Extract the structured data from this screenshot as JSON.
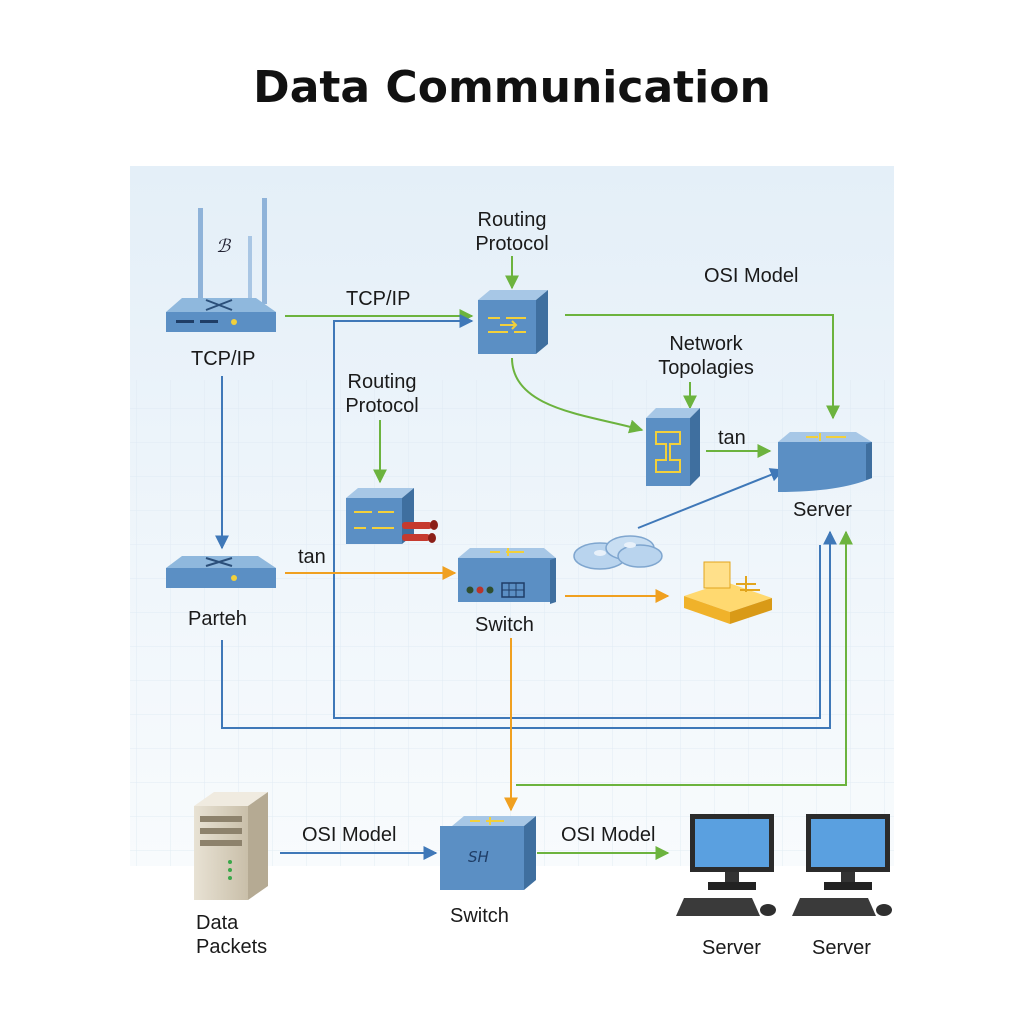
{
  "title": "Data Communication",
  "labels": {
    "router_top": "TCP/IP",
    "edge_tcpip": "TCP/IP",
    "routing_top_l1": "Routing",
    "routing_top_l2": "Protocol",
    "osi_model_top": "OSI Model",
    "routing_mid_l1": "Routing",
    "routing_mid_l2": "Protocol",
    "network_l1": "Network",
    "network_l2": "Topolagies",
    "tan_right": "tan",
    "server_right": "Server",
    "tan_left": "tan",
    "parteh": "Parteh",
    "switch_mid": "Switch",
    "osi_model_bottom_left": "OSI Model",
    "osi_model_bottom_right": "OSI Model",
    "data_l1": "Data",
    "data_l2": "Packets",
    "switch_bottom": "Switch",
    "switch_bottom_face": "SH",
    "server_pc1": "Server",
    "server_pc2": "Server",
    "router_glyph": "ℬ"
  },
  "colors": {
    "green": "#6cb33e",
    "blue": "#3f78b8",
    "orange": "#f0a020",
    "device_top": "#8fb8dd",
    "device_front": "#5b8fc4",
    "device_side": "#3f6f9f"
  }
}
